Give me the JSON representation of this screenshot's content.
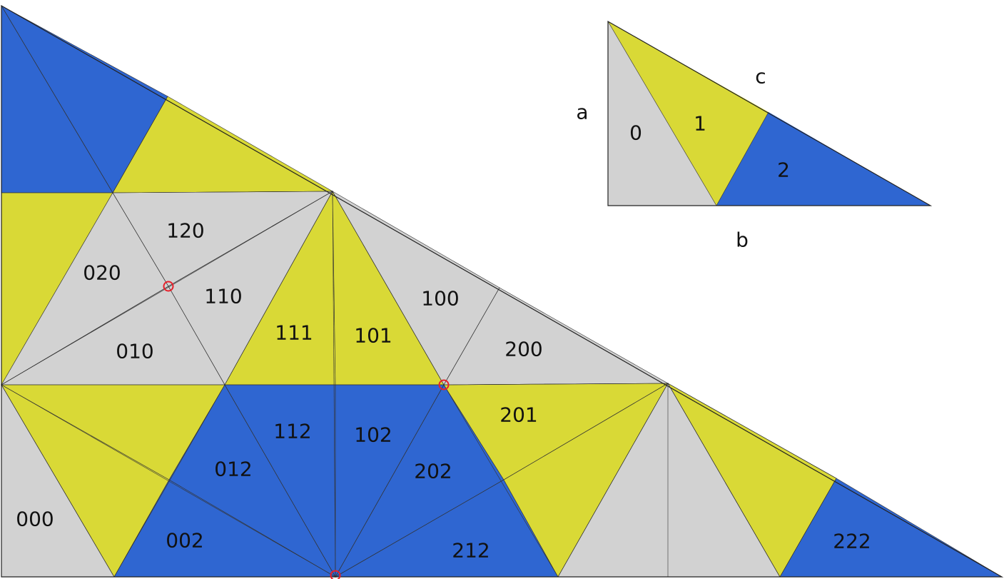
{
  "colors": {
    "gray": "#d2d2d2",
    "yellow": "#d9d936",
    "blue": "#2f66d1",
    "marker": "#e8202a"
  },
  "legend": {
    "sides": {
      "a": "a",
      "b": "b",
      "c": "c"
    },
    "tiles": [
      {
        "label": "0",
        "color": "gray"
      },
      {
        "label": "1",
        "color": "yellow"
      },
      {
        "label": "2",
        "color": "blue"
      }
    ]
  },
  "tiles": [
    {
      "label": "000",
      "color": "gray"
    },
    {
      "label": "002",
      "color": "blue"
    },
    {
      "label": "010",
      "color": "gray"
    },
    {
      "label": "012",
      "color": "blue"
    },
    {
      "label": "020",
      "color": "gray"
    },
    {
      "label": "100",
      "color": "gray"
    },
    {
      "label": "101",
      "color": "yellow"
    },
    {
      "label": "102",
      "color": "blue"
    },
    {
      "label": "110",
      "color": "gray"
    },
    {
      "label": "111",
      "color": "yellow"
    },
    {
      "label": "112",
      "color": "blue"
    },
    {
      "label": "120",
      "color": "gray"
    },
    {
      "label": "200",
      "color": "gray"
    },
    {
      "label": "201",
      "color": "yellow"
    },
    {
      "label": "202",
      "color": "blue"
    },
    {
      "label": "212",
      "color": "blue"
    },
    {
      "label": "222",
      "color": "blue"
    }
  ],
  "unlabeled_tile_colors": [
    "gray",
    "yellow",
    "blue"
  ]
}
